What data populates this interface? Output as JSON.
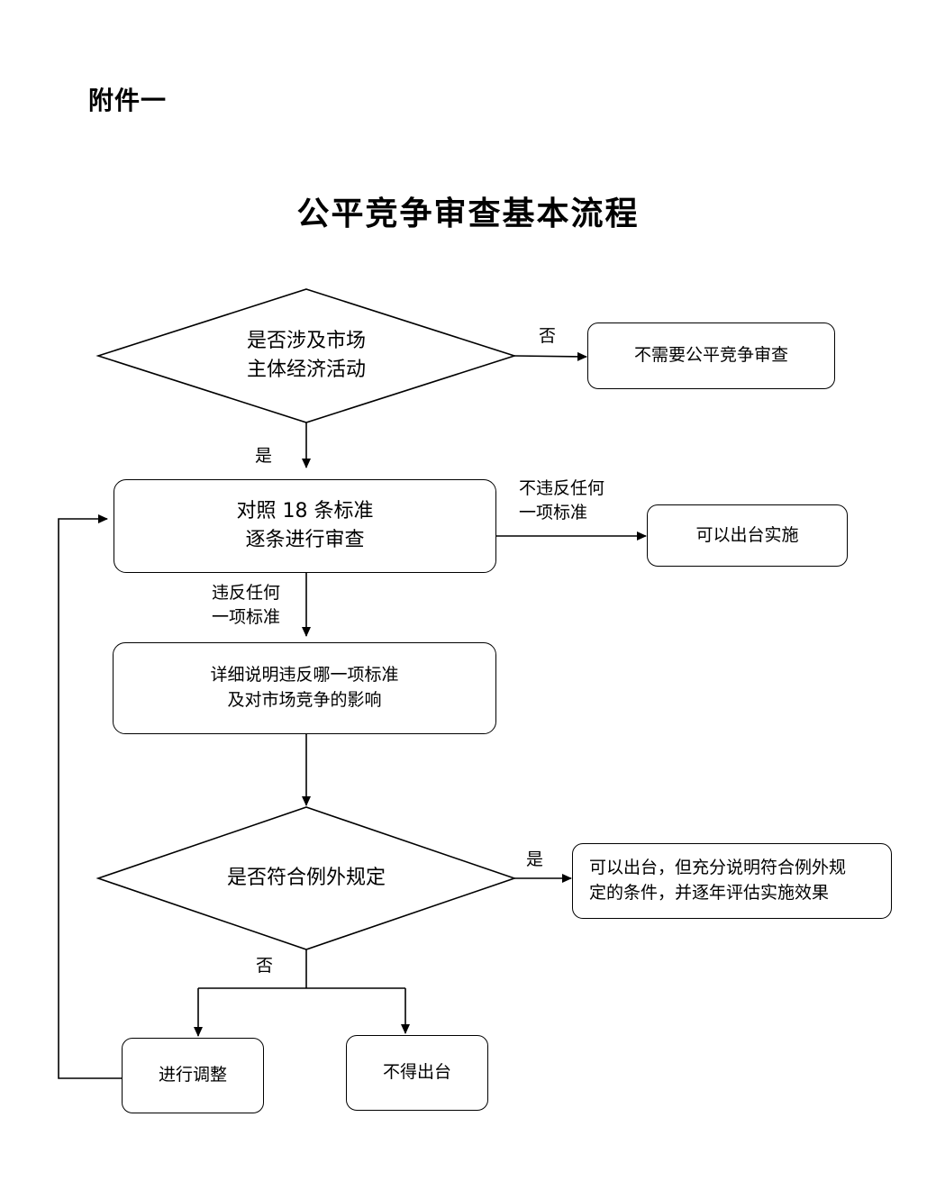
{
  "header": {
    "attachment": "附件一",
    "title": "公平竞争审查基本流程"
  },
  "nodes": {
    "decision_market": {
      "line1": "是否涉及市场",
      "line2": "主体经济活动"
    },
    "no_review": {
      "text": "不需要公平竞争审查"
    },
    "review": {
      "line1": "对照 18 条标准",
      "line2": "逐条进行审查"
    },
    "can_implement": {
      "text": "可以出台实施"
    },
    "explain": {
      "line1": "详细说明违反哪一项标准",
      "line2": "及对市场竞争的影响"
    },
    "decision_exception": {
      "text": "是否符合例外规定"
    },
    "exception_ok": {
      "line1": "可以出台，但充分说明符合例外规",
      "line2": "定的条件，并逐年评估实施效果"
    },
    "adjust": {
      "text": "进行调整"
    },
    "not_allowed": {
      "text": "不得出台"
    }
  },
  "edges": {
    "market_no": "否",
    "market_yes": "是",
    "no_violation_line1": "不违反任何",
    "no_violation_line2": "一项标准",
    "violation_line1": "违反任何",
    "violation_line2": "一项标准",
    "exception_yes": "是",
    "exception_no": "否"
  }
}
